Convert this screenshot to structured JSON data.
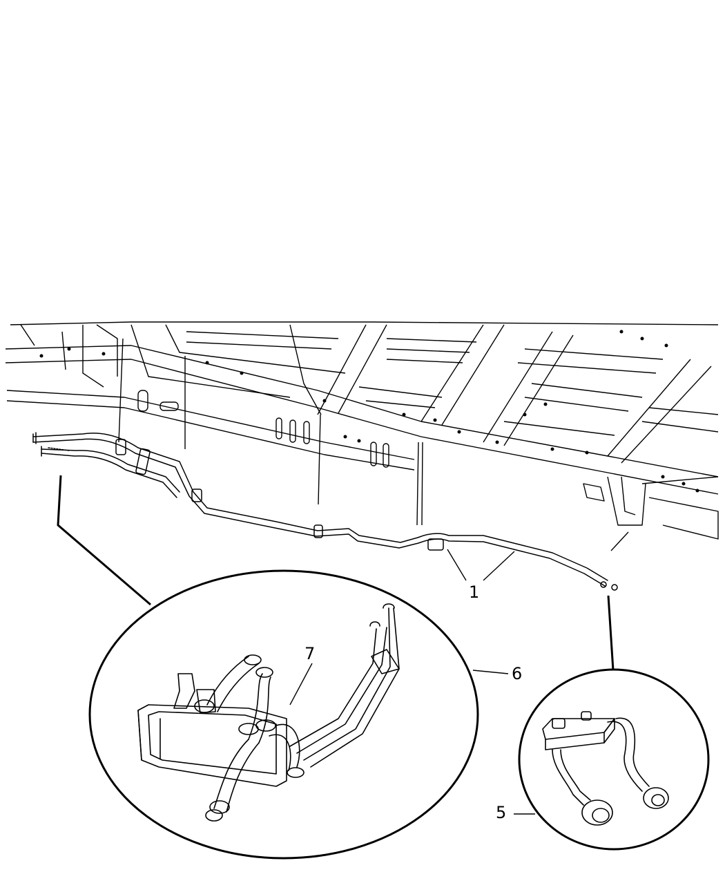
{
  "callouts": {
    "c1": "1",
    "c5": "5",
    "c6": "6",
    "c7": "7"
  },
  "colors": {
    "line": "#000000",
    "background": "#ffffff"
  }
}
